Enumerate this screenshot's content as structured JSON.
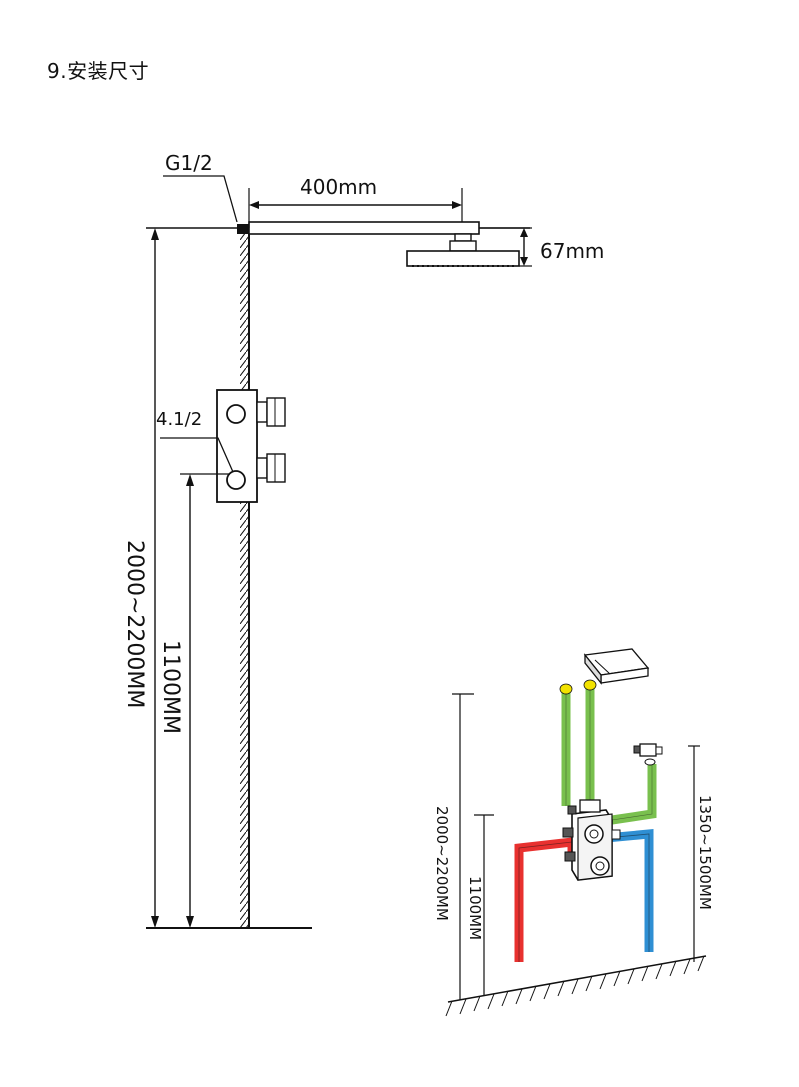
{
  "title": "9.安装尺寸",
  "main_diagram": {
    "inlet_label": "G1/2",
    "arm_length_label": "400mm",
    "head_height_label": "67mm",
    "valve_label": "4.1/2",
    "total_height_label": "2000~2200MM",
    "valve_height_label": "1100MM"
  },
  "iso_diagram": {
    "total_height_label": "2000~2200MM",
    "valve_height_label": "1100MM",
    "hand_shower_height_label": "1350~1500MM",
    "colors": {
      "hot": "#e8312f",
      "cold": "#2f8fd3",
      "mixed": "#79c04e",
      "cap": "#f2e200"
    }
  }
}
